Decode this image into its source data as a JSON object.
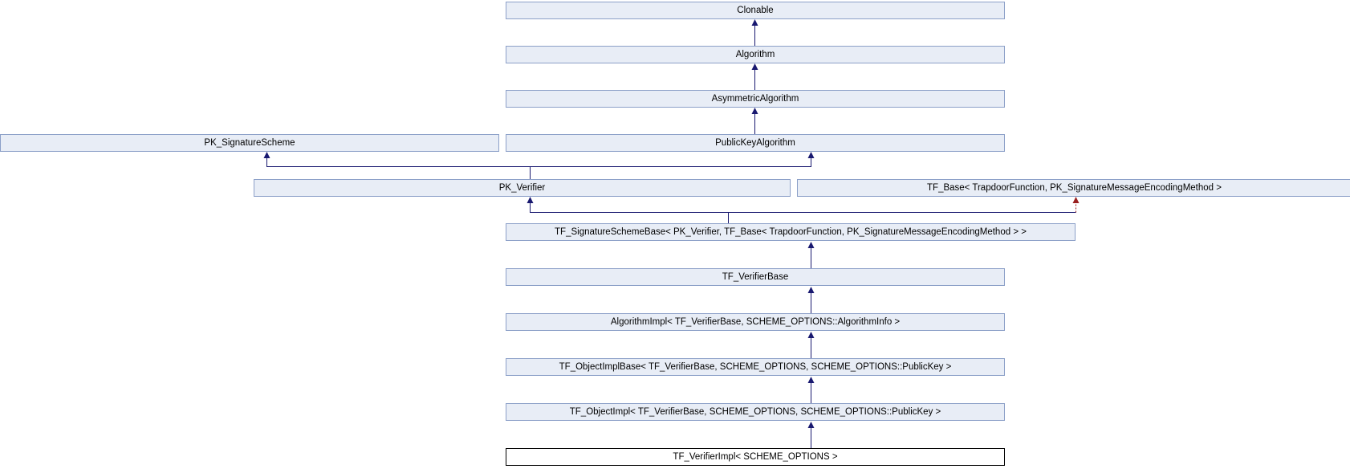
{
  "diagram": {
    "kind": "class-inheritance-diagram",
    "nodes": [
      {
        "id": "clonable",
        "label": "Clonable"
      },
      {
        "id": "algorithm",
        "label": "Algorithm"
      },
      {
        "id": "asymmetric-algorithm",
        "label": "AsymmetricAlgorithm"
      },
      {
        "id": "pk-signature-scheme",
        "label": "PK_SignatureScheme"
      },
      {
        "id": "public-key-algorithm",
        "label": "PublicKeyAlgorithm"
      },
      {
        "id": "pk-verifier",
        "label": "PK_Verifier"
      },
      {
        "id": "tf-base",
        "label": "TF_Base< TrapdoorFunction, PK_SignatureMessageEncodingMethod >"
      },
      {
        "id": "tf-signature-scheme-base",
        "label": "TF_SignatureSchemeBase< PK_Verifier, TF_Base< TrapdoorFunction, PK_SignatureMessageEncodingMethod > >"
      },
      {
        "id": "tf-verifier-base",
        "label": "TF_VerifierBase"
      },
      {
        "id": "algorithm-impl",
        "label": "AlgorithmImpl< TF_VerifierBase, SCHEME_OPTIONS::AlgorithmInfo >"
      },
      {
        "id": "tf-object-impl-base",
        "label": "TF_ObjectImplBase< TF_VerifierBase, SCHEME_OPTIONS, SCHEME_OPTIONS::PublicKey >"
      },
      {
        "id": "tf-object-impl",
        "label": "TF_ObjectImpl< TF_VerifierBase, SCHEME_OPTIONS, SCHEME_OPTIONS::PublicKey >"
      },
      {
        "id": "tf-verifier-impl",
        "label": "TF_VerifierImpl< SCHEME_OPTIONS >",
        "current": true
      }
    ],
    "edges": [
      {
        "from": "algorithm",
        "to": "clonable",
        "style": "solid-navy"
      },
      {
        "from": "asymmetric-algorithm",
        "to": "algorithm",
        "style": "solid-navy"
      },
      {
        "from": "public-key-algorithm",
        "to": "asymmetric-algorithm",
        "style": "solid-navy"
      },
      {
        "from": "pk-verifier",
        "to": "pk-signature-scheme",
        "style": "solid-navy"
      },
      {
        "from": "pk-verifier",
        "to": "public-key-algorithm",
        "style": "solid-navy"
      },
      {
        "from": "tf-signature-scheme-base",
        "to": "pk-verifier",
        "style": "solid-navy"
      },
      {
        "from": "tf-signature-scheme-base",
        "to": "tf-base",
        "style": "dotted-dark-red"
      },
      {
        "from": "tf-verifier-base",
        "to": "tf-signature-scheme-base",
        "style": "solid-navy"
      },
      {
        "from": "algorithm-impl",
        "to": "tf-verifier-base",
        "style": "solid-navy"
      },
      {
        "from": "tf-object-impl-base",
        "to": "algorithm-impl",
        "style": "solid-navy"
      },
      {
        "from": "tf-object-impl",
        "to": "tf-object-impl-base",
        "style": "solid-navy"
      },
      {
        "from": "tf-verifier-impl",
        "to": "tf-object-impl",
        "style": "solid-navy"
      }
    ],
    "colors": {
      "node_fill": "#e8edf6",
      "node_border": "#8ca0c8",
      "current_node_fill": "#ffffff",
      "current_node_border": "#000000",
      "edge": "#191970",
      "edge_template": "#9a1f1f"
    }
  }
}
